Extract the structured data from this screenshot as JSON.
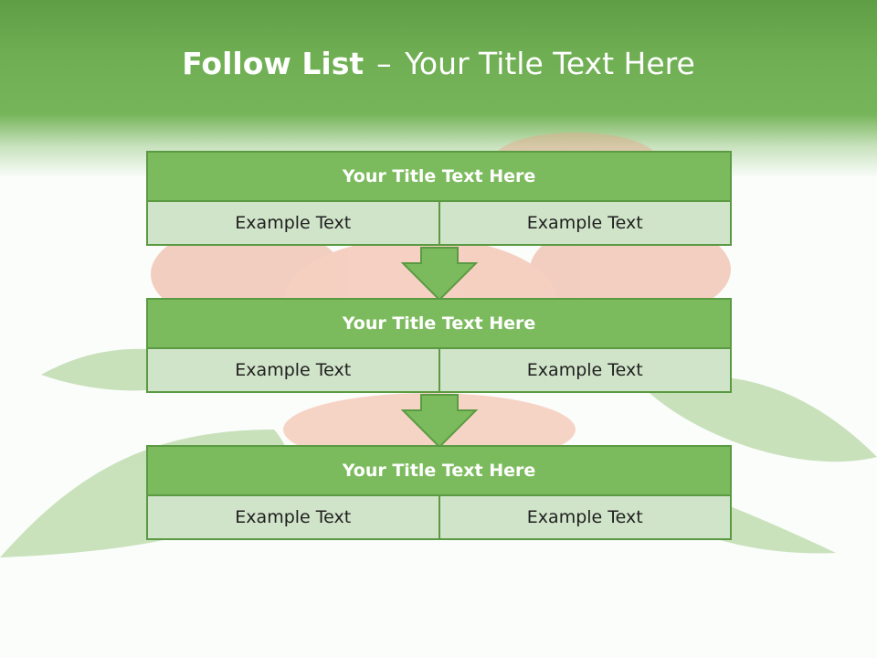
{
  "slide": {
    "title_bold": "Follow List",
    "title_dash": "–",
    "title_rest": "Your Title Text Here"
  },
  "steps": [
    {
      "title": "Your Title Text Here",
      "left": "Example Text",
      "right": "Example Text"
    },
    {
      "title": "Your Title Text Here",
      "left": "Example Text",
      "right": "Example Text"
    },
    {
      "title": "Your Title Text Here",
      "left": "Example Text",
      "right": "Example Text"
    }
  ],
  "colors": {
    "header_green": "#6fae52",
    "box_header": "#7cbb5d",
    "box_border": "#5a9a42",
    "box_body": "#d0e4c9",
    "arrow": "#7cbb5d"
  },
  "icons": {
    "arrow": "down-arrow-icon",
    "background": "peach-and-leaves-image"
  }
}
